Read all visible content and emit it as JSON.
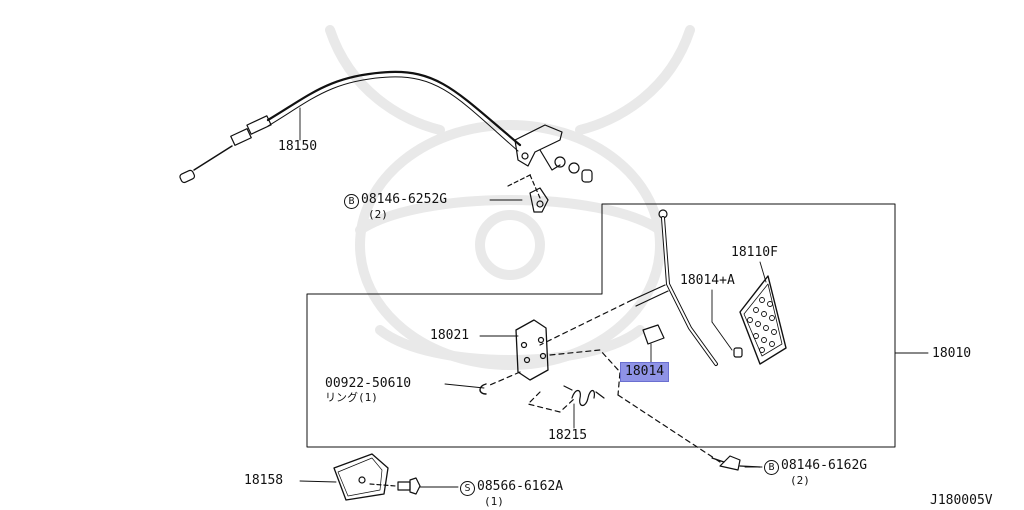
{
  "callouts": {
    "p18150": "18150",
    "bolt_6252g": {
      "prefix": "B",
      "part": "08146-6252G",
      "qty": "(2)"
    },
    "p18110f": "18110F",
    "p18014a": "18014+A",
    "p18021": "18021",
    "p18010": "18010",
    "ring": {
      "part": "00922-50610",
      "note": "リング(1)"
    },
    "p18014": "18014",
    "p18215": "18215",
    "bolt_6162g": {
      "prefix": "B",
      "part": "08146-6162G",
      "qty": "(2)"
    },
    "p18158": "18158",
    "screw_6162a": {
      "prefix": "S",
      "part": "08566-6162A",
      "qty": "(1)"
    }
  },
  "diagram_code": "J180005V",
  "highlight_color": "#8f93e6"
}
